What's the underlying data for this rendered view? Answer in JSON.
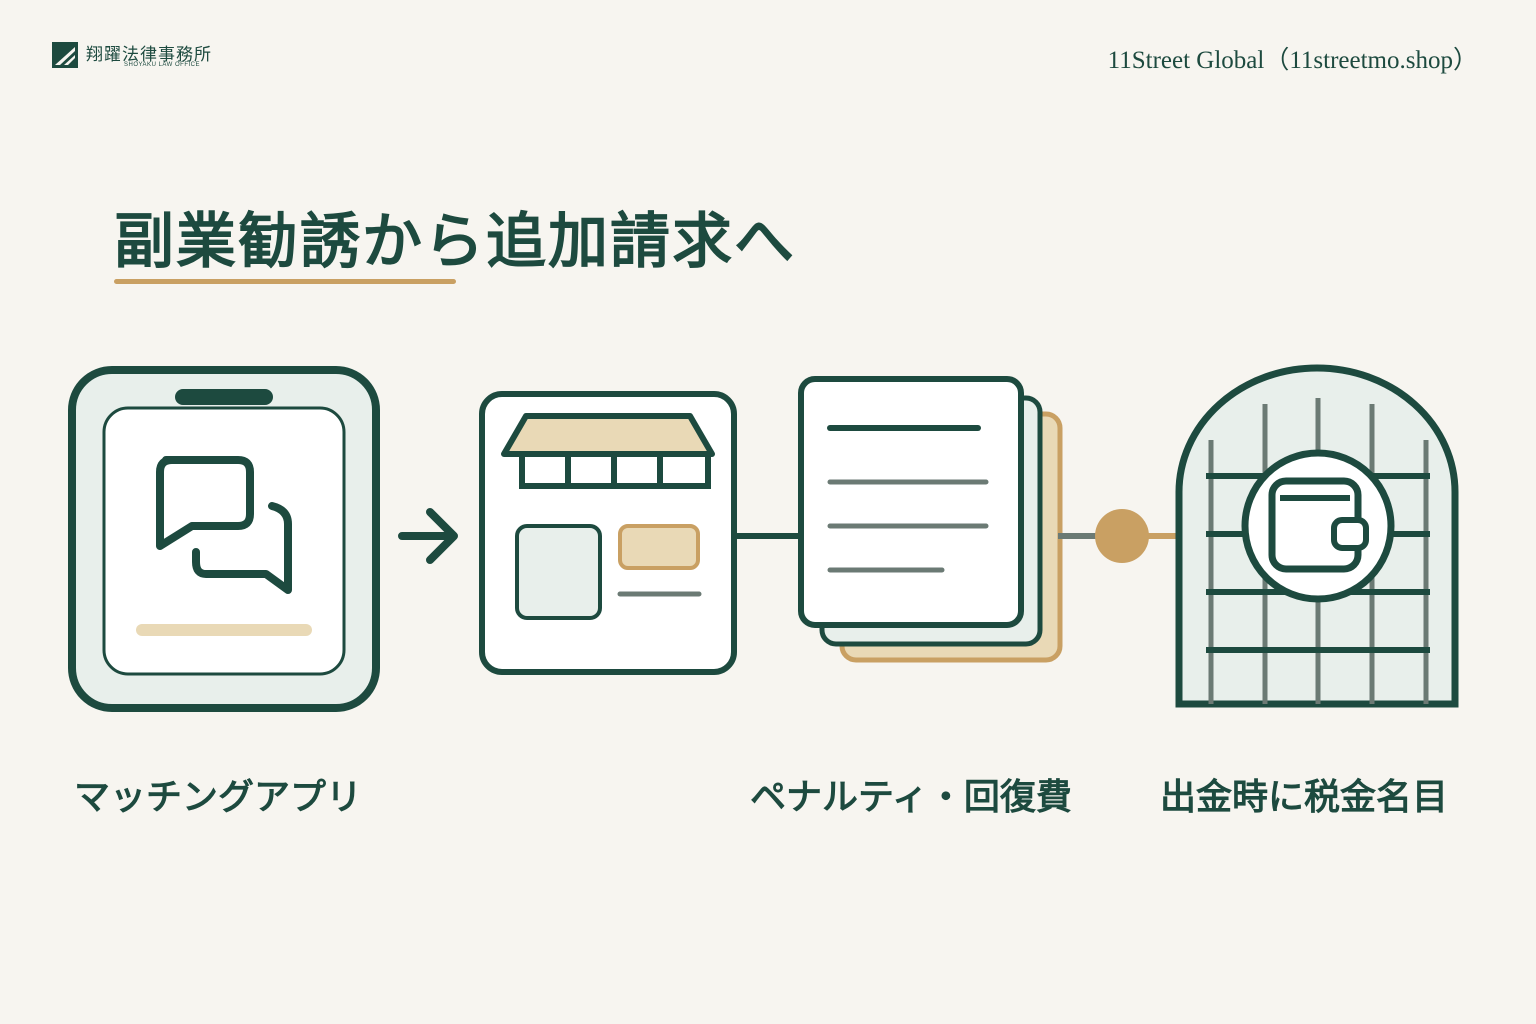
{
  "header": {
    "logo_name": "翔躍法律事務所",
    "logo_sub": "SHOYAKU LAW OFFICE",
    "site": "11Street Global（11streetmo.shop）"
  },
  "title": "副業勧誘から追加請求へ",
  "steps": [
    {
      "label": "マッチングアプリ",
      "icon": "chat-bubbles-icon"
    },
    {
      "label": "",
      "icon": "storefront-icon"
    },
    {
      "label": "ペナルティ・回復費",
      "icon": "document-stack-icon"
    },
    {
      "label": "出金時に税金名目",
      "icon": "wallet-cage-icon"
    }
  ],
  "colors": {
    "primary": "#1d4a3f",
    "accent": "#c9a063",
    "accent_light": "#e9d9b6",
    "panel": "#e8efeb",
    "background": "#f7f5f0",
    "muted": "#6b7a74"
  }
}
